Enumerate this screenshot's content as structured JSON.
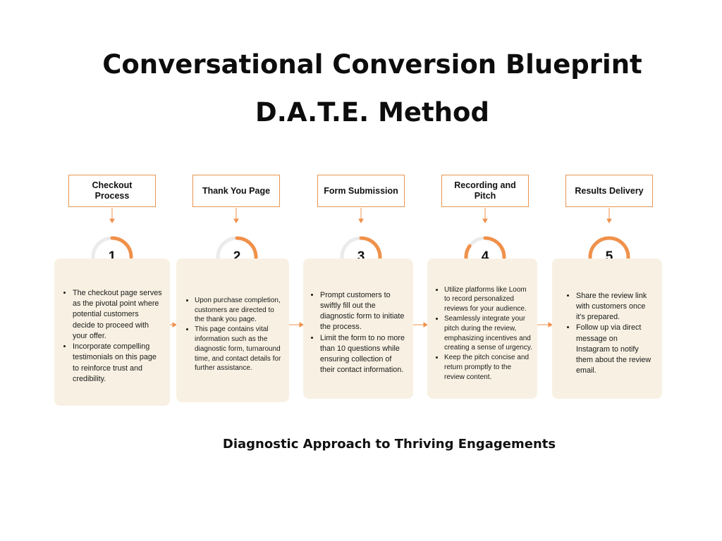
{
  "title_line1": "Conversational Conversion Blueprint",
  "title_line2": "D.A.T.E. Method",
  "subtitle": "Diagnostic Approach to Thriving Engagements",
  "colors": {
    "accent": "#f0914a",
    "ring_track": "#ebebeb",
    "card_bg": "#f8f1e3",
    "label_border": "#e89550"
  },
  "steps": [
    {
      "number": "1",
      "progress": 0.25,
      "label": "Checkout Process",
      "bullets": [
        "The checkout page serves as the pivotal point where potential customers decide to proceed with your offer.",
        "Incorporate compelling testimonials on this page to reinforce trust and credibility."
      ]
    },
    {
      "number": "2",
      "progress": 0.45,
      "label": "Thank You Page",
      "bullets": [
        "Upon purchase completion, customers are directed to the thank you page.",
        "This page contains vital information such as the diagnostic form, turnaround time, and contact details for further assistance."
      ]
    },
    {
      "number": "3",
      "progress": 0.65,
      "label": "Form Submission",
      "bullets": [
        "Prompt customers to swiftly fill out the diagnostic form to initiate the process.",
        "Limit the form to no more than 10 questions while ensuring collection of their contact information."
      ]
    },
    {
      "number": "4",
      "progress": 0.85,
      "label": "Recording and Pitch",
      "bullets": [
        "Utilize platforms like Loom to record personalized reviews for your audience.",
        "Seamlessly integrate your pitch during the review, emphasizing incentives and creating a sense of urgency.",
        "Keep the pitch concise and return promptly to the review content."
      ]
    },
    {
      "number": "5",
      "progress": 1.0,
      "label": "Results Delivery",
      "bullets": [
        "Share the review link with customers once it's prepared.",
        "Follow up via direct message on Instagram to notify them about the review email."
      ]
    }
  ]
}
